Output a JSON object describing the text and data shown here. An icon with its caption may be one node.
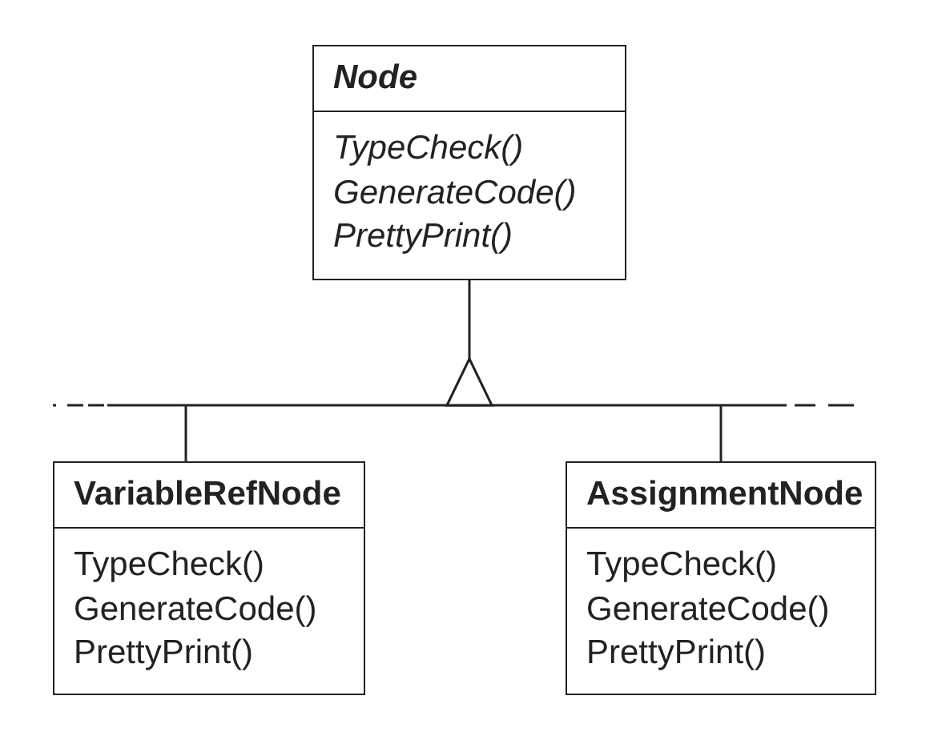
{
  "diagram": {
    "nodes": [
      {
        "text": [
          "Node",
          "TypeCheck()",
          "GenerateCode()",
          "PrettyPrint()"
        ]
      },
      {
        "text": [
          "VariableRefNode",
          "TypeCheck()",
          "GenerateCode()",
          "PrettyPrint()"
        ]
      },
      {
        "text": [
          "AssignmentNode",
          "TypeCheck()",
          "GenerateCode()",
          "PrettyPrint()"
        ]
      }
    ],
    "edges": [
      {
        "from": 1,
        "to": 0,
        "arrow": "to"
      },
      {
        "from": 2,
        "to": 0,
        "arrow": "to"
      }
    ]
  }
}
